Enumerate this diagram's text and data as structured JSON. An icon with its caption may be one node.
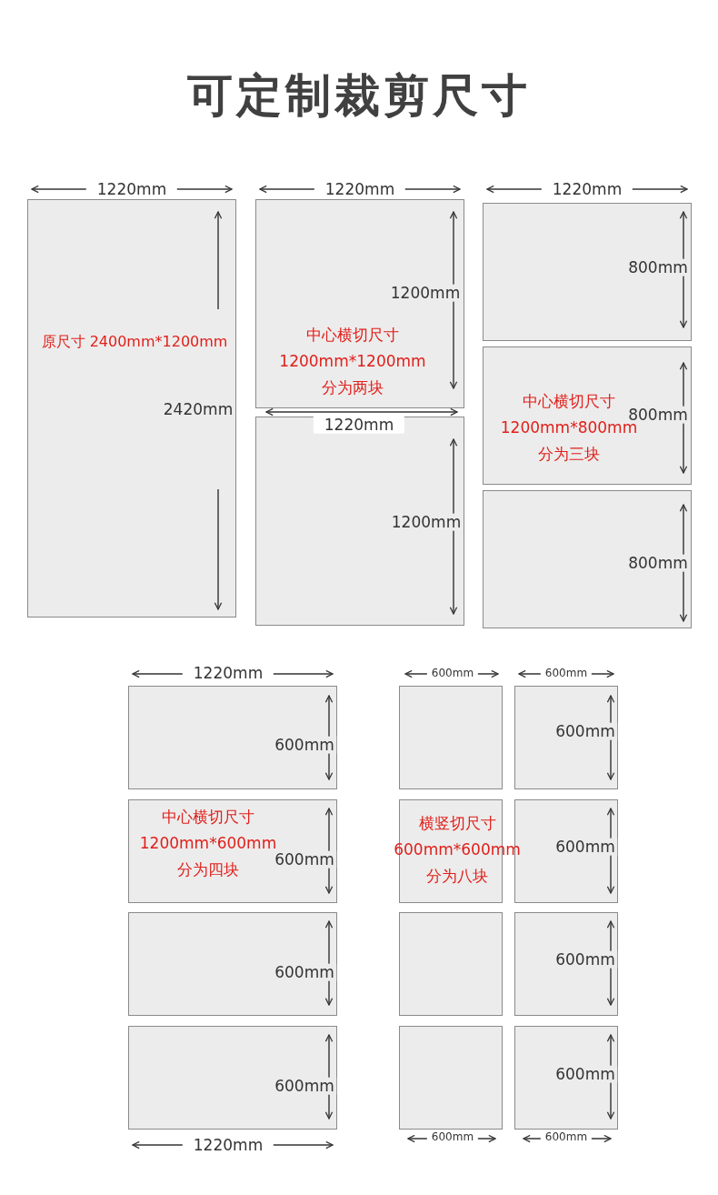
{
  "diagram": {
    "title": "可定制裁剪尺寸",
    "nodes": [
      {
        "text": [
          "原尺寸 2400mm*1200mm"
        ]
      },
      {
        "text": [
          "中心横切尺寸",
          "1200mm*1200mm",
          "分为两块"
        ]
      },
      {
        "text": [],
        "shape": "box"
      },
      {
        "text": [],
        "shape": "box"
      },
      {
        "text": [
          "中心横切尺寸",
          "1200mm*800mm",
          "分为三块"
        ]
      },
      {
        "text": [],
        "shape": "box"
      },
      {
        "text": [],
        "shape": "box"
      },
      {
        "text": [
          "中心横切尺寸",
          "1200mm*600mm",
          "分为四块"
        ]
      },
      {
        "text": [],
        "shape": "box"
      },
      {
        "text": [],
        "shape": "box"
      },
      {
        "text": [],
        "shape": "box"
      },
      {
        "text": [],
        "shape": "box"
      },
      {
        "text": [
          "横竖切尺寸",
          "600mm*600mm",
          "分为八块"
        ]
      },
      {
        "text": [],
        "shape": "box"
      },
      {
        "text": [],
        "shape": "box"
      },
      {
        "text": [],
        "shape": "box"
      },
      {
        "text": [],
        "shape": "box"
      },
      {
        "text": [],
        "shape": "box"
      }
    ],
    "labels": [
      "1220mm",
      "1220mm",
      "1220mm",
      "800mm",
      "1200mm",
      "2420mm",
      "800mm",
      "1220mm",
      "1200mm",
      "800mm",
      "1220mm",
      "600mm",
      "600mm",
      "600mm",
      "600mm",
      "600mm",
      "600mm",
      "600mm",
      "600mm",
      "600mm",
      "600mm",
      "600mm",
      "600mm",
      "1220mm"
    ]
  }
}
